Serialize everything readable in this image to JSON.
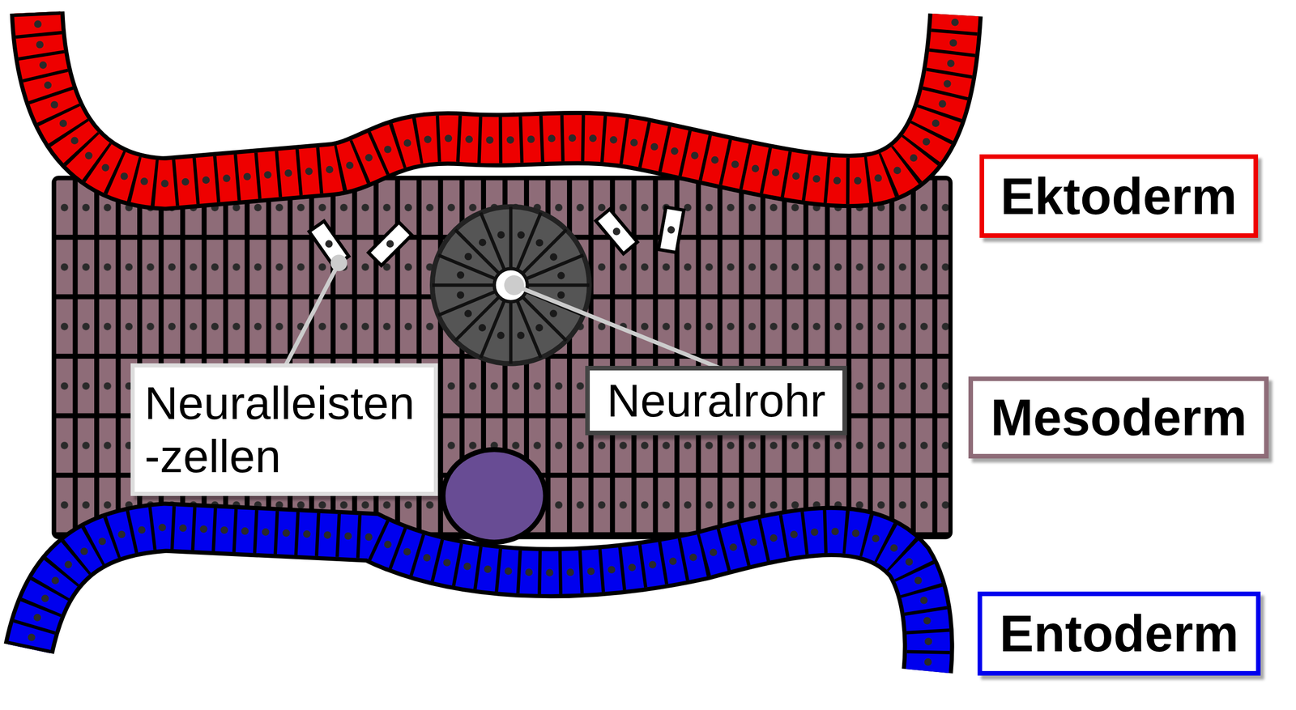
{
  "diagram": {
    "nodes": [
      {
        "text": [
          "Ektoderm"
        ]
      },
      {
        "text": [
          "Neuralleisten -zellen"
        ]
      },
      {
        "text": [
          "Neuralrohr"
        ]
      },
      {
        "text": [
          "Mesoderm"
        ]
      },
      {
        "text": [
          "Entoderm"
        ]
      }
    ]
  }
}
